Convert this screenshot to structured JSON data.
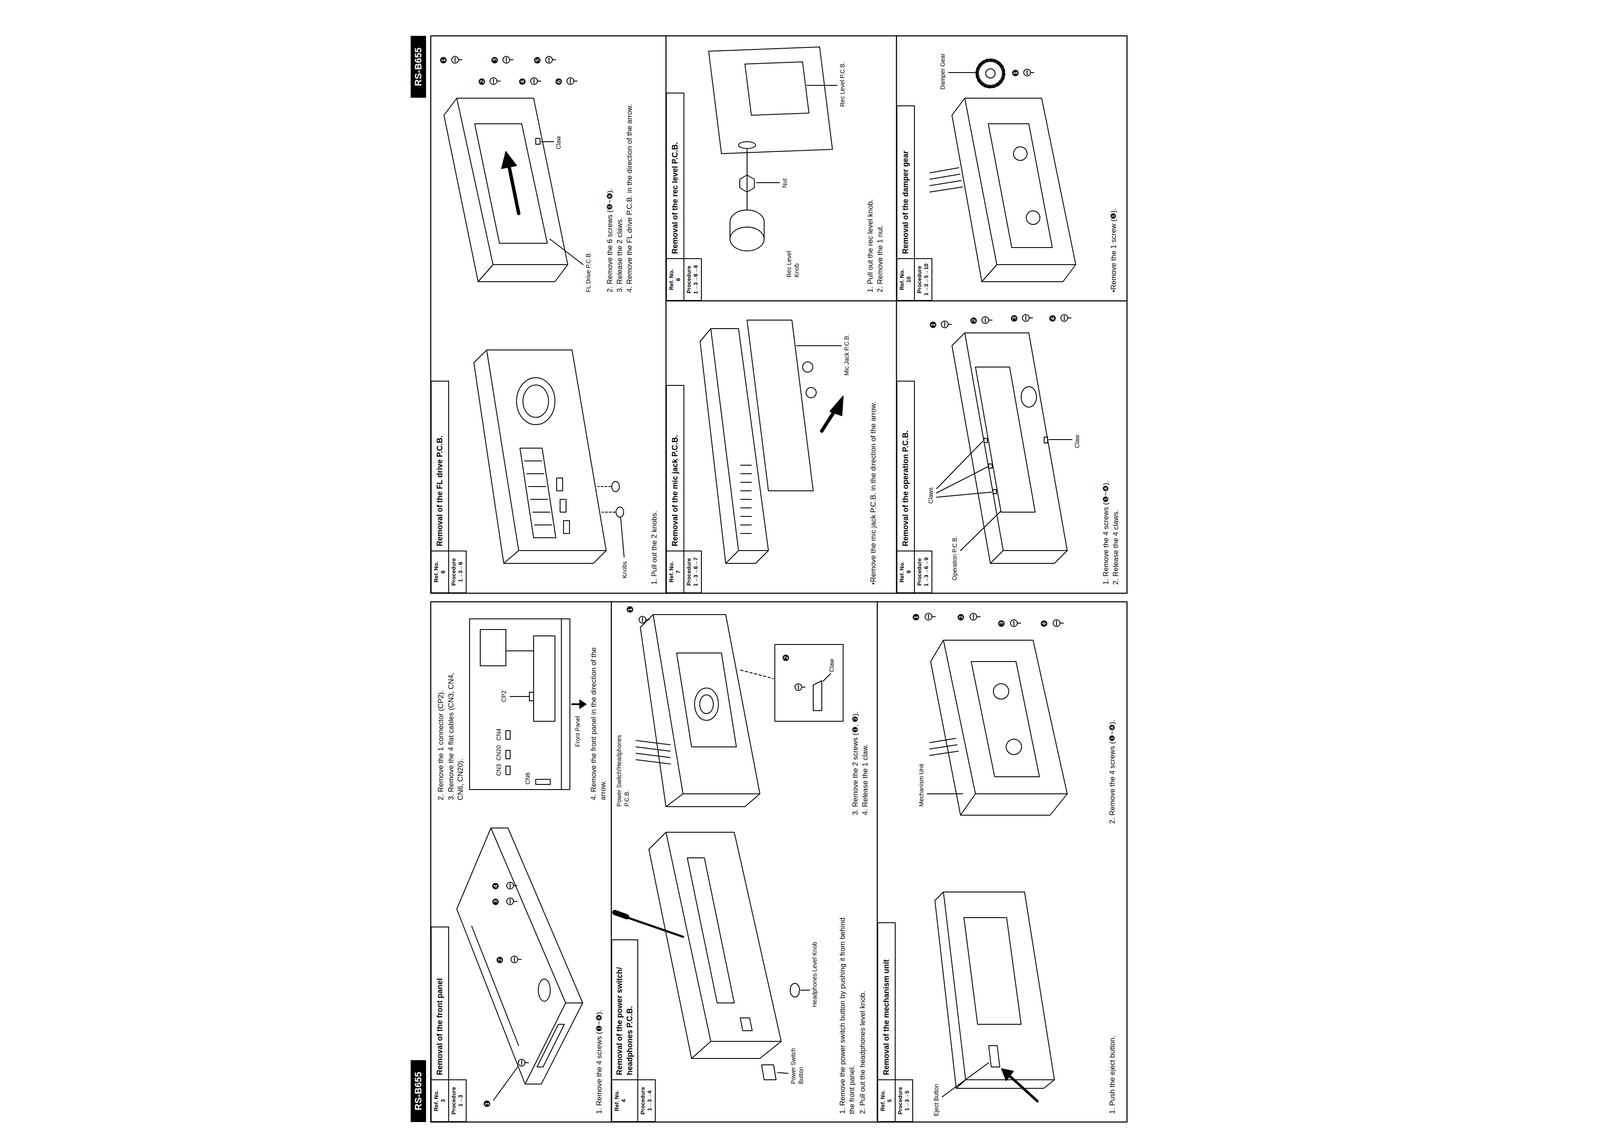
{
  "diagram": {
    "nodes": [
      {
        "text": [
          "RS-B655"
        ]
      },
      {
        "text": [
          "RS-B655"
        ]
      },
      {
        "text": [
          "Ref. No.",
          "3"
        ]
      },
      {
        "text": [
          "Procedure",
          "1→3"
        ]
      },
      {
        "text": [
          "Removal of the front panel"
        ]
      },
      {
        "text": [
          "Ref. No.",
          "4"
        ]
      },
      {
        "text": [
          "Procedure",
          "1→3→4"
        ]
      },
      {
        "text": [
          "Removal of the power switch/ headphones P.C.B."
        ]
      },
      {
        "text": [
          "Ref. No.",
          "5"
        ]
      },
      {
        "text": [
          "Procedure",
          "1→3→5"
        ]
      },
      {
        "text": [
          "Removal of the mechanism unit"
        ]
      },
      {
        "text": [
          "Ref. No.",
          "6"
        ]
      },
      {
        "text": [
          "Procedure",
          "1→3→6"
        ]
      },
      {
        "text": [
          "Removal of the FL drive P.C.B."
        ]
      },
      {
        "text": [
          "Ref. No.",
          "7"
        ]
      },
      {
        "text": [
          "Procedure",
          "1→3→6→7"
        ]
      },
      {
        "text": [
          "Removal of the mic jack P.C.B."
        ]
      },
      {
        "text": [
          "Ref. No.",
          "8"
        ]
      },
      {
        "text": [
          "Procedure",
          "1→3→6→8"
        ]
      },
      {
        "text": [
          "Removal of the rec level P.C.B."
        ]
      },
      {
        "text": [
          "Ref. No.",
          "9"
        ]
      },
      {
        "text": [
          "Procedure",
          "1→3→6→9"
        ]
      },
      {
        "text": [
          "Removal of the operation P.C.B."
        ]
      },
      {
        "text": [
          "Ref. No.",
          "10"
        ]
      },
      {
        "text": [
          "Procedure",
          "1→3→5→10"
        ]
      },
      {
        "text": [
          "Removal of the damper gear"
        ]
      }
    ],
    "labels": [
      "❶",
      "❷",
      "❸",
      "❹",
      "1. Remove the 4 screws (❶~❹).",
      "2. Remove the 1 connector (CP2).",
      "3. Remove the 4 flat cables (CN3, CN4, CN6, CN20).",
      "CN3",
      "CN20",
      "CN4",
      "CN6",
      "CP2",
      "Front Panel",
      "4. Remove the front panel in the direction of the arrow.",
      "Power Switch Button",
      "Headphones Level Knob",
      "1. Remove the power switch button by pushing it from behind the front panel.",
      "2. Pull out the headphones level knob.",
      "Power Switch/Headphones P.C.B.",
      "❶",
      "❷",
      "Claw",
      "3. Remove the 2 screws (❶, ❷).",
      "4. Release the 1 claw.",
      "Eject Button",
      "1. Push the eject button.",
      "Mechanism Unit",
      "❶",
      "❷",
      "❸",
      "❹",
      "2. Remove the 4 screws (❶~❹).",
      "Knobs",
      "1. Pull out the 2 knobs.",
      "FL Drive P.C.B.",
      "Claw",
      "❶",
      "❷",
      "❸",
      "❹",
      "❺",
      "❻",
      "2. Remove the 6 screws (❶~❻).",
      "3. Release the 2 claws.",
      "4. Remove the FL drive P.C.B. in the direction of the arrow.",
      "Mic Jack P.C.B.",
      "•Remove the mic jack P.C.B. in the direction of the arrow.",
      "Rec Level Knob",
      "Nut",
      "Rec Level P.C.B.",
      "1. Pull out the rec level knob.",
      "2. Remove the 1 nut.",
      "Claws",
      "Operation P.C.B.",
      "Claw",
      "❶",
      "❷",
      "❸",
      "❹",
      "1. Remove the 4 screws (❶~❹).",
      "2. Release the 4 claws.",
      "Damper Gear",
      "❶",
      "•Remove the 1 screw (❶)."
    ]
  }
}
